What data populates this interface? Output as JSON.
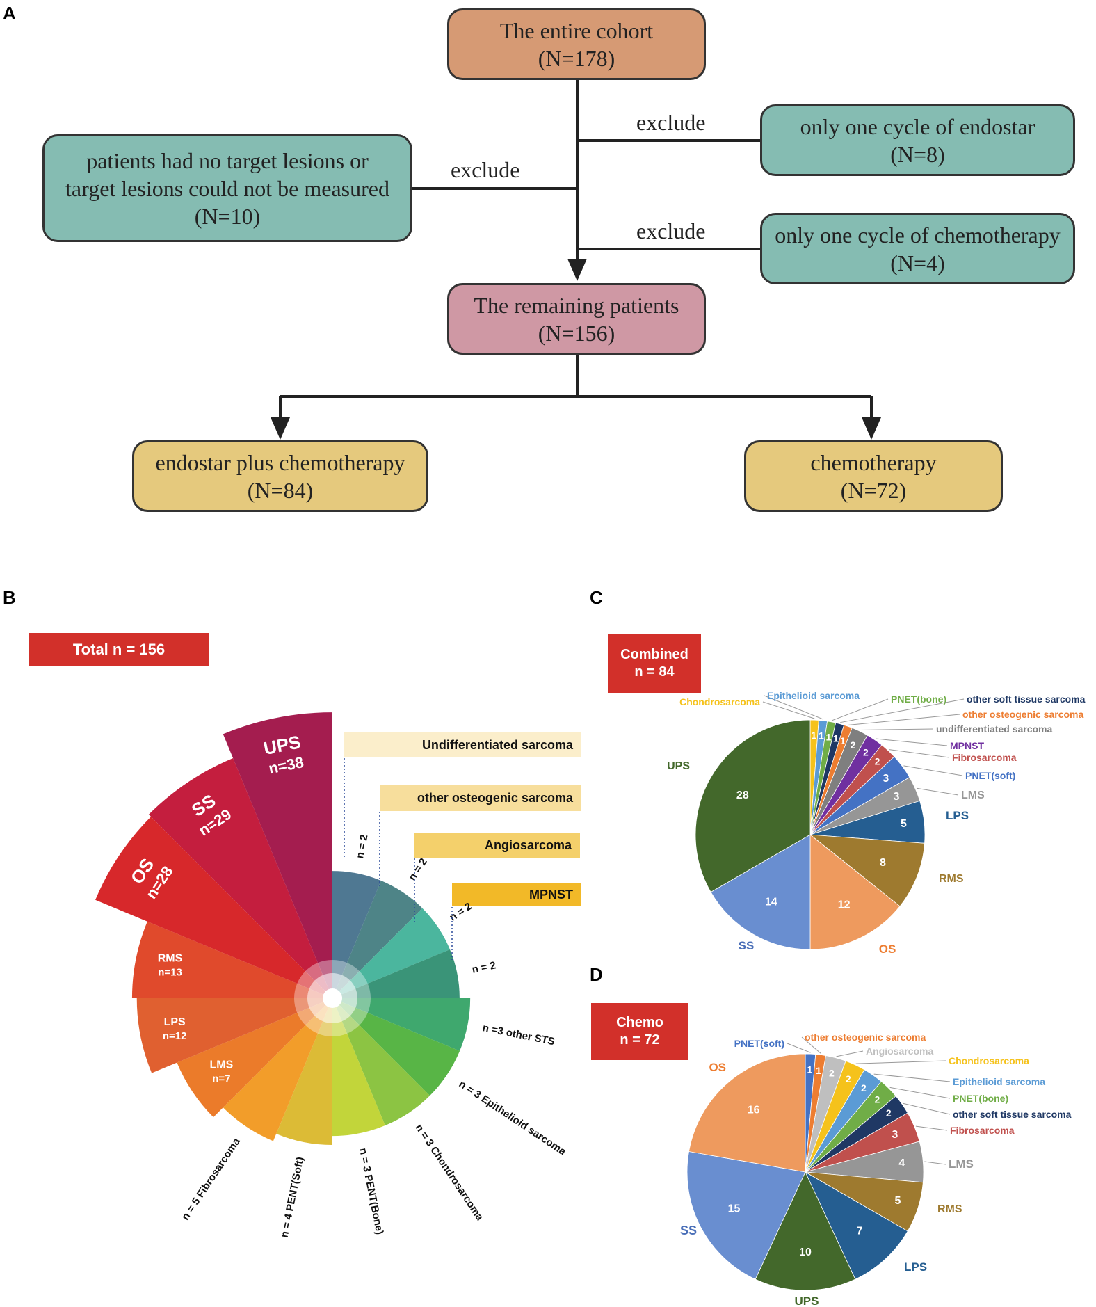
{
  "panels": {
    "a": "A",
    "b": "B",
    "c": "C",
    "d": "D"
  },
  "flow": {
    "cohort": {
      "line1": "The entire cohort",
      "line2": "(N=178)"
    },
    "excl_endostar": {
      "line1": "only one cycle of endostar",
      "line2": "(N=8)"
    },
    "excl_lesions": {
      "line1": "patients had no target lesions or",
      "line2": "target lesions could not be measured",
      "line3": "(N=10)"
    },
    "excl_chemo": {
      "line1": "only one cycle of chemotherapy",
      "line2": "(N=4)"
    },
    "remaining": {
      "line1": "The remaining patients",
      "line2": "(N=156)"
    },
    "arm_endostar": {
      "line1": "endostar plus chemotherapy",
      "line2": "(N=84)"
    },
    "arm_chemo": {
      "line1": "chemotherapy",
      "line2": "(N=72)"
    },
    "exclude_label": "exclude",
    "colors": {
      "orange": "#d69a74",
      "teal": "#85bcb2",
      "pink": "#cf98a4",
      "yellow": "#e5c97d"
    }
  },
  "panel_b": {
    "total_label": "Total   n = 156",
    "tags": [
      "Undifferentiated sarcoma",
      "other osteogenic sarcoma",
      "Angiosarcoma",
      "MPNST"
    ],
    "tag_colors": [
      "#fbeecb",
      "#f7de9c",
      "#f4d06b",
      "#f2b928"
    ]
  },
  "panel_c": {
    "title_line1": "Combined",
    "title_line2": "n = 84"
  },
  "panel_d": {
    "title_line1": "Chemo",
    "title_line2": "n = 72"
  },
  "chart_data": [
    {
      "type": "radial-bar",
      "panel": "B",
      "total": 156,
      "categories": [
        {
          "name": "UPS",
          "value": 38,
          "label": "UPS",
          "sublabel": "n=38",
          "color": "#a41d4f"
        },
        {
          "name": "SS",
          "value": 29,
          "label": "SS",
          "sublabel": "n=29",
          "color": "#c41e3e"
        },
        {
          "name": "OS",
          "value": 28,
          "label": "OS",
          "sublabel": "n=28",
          "color": "#d7282b"
        },
        {
          "name": "RMS",
          "value": 13,
          "label": "RMS",
          "sublabel": "n=13",
          "color": "#e04a2c"
        },
        {
          "name": "LPS",
          "value": 12,
          "label": "LPS",
          "sublabel": "n=12",
          "color": "#e06030"
        },
        {
          "name": "LMS",
          "value": 7,
          "label": "LMS",
          "sublabel": "n=7",
          "color": "#eb7b2a"
        },
        {
          "name": "Fibrosarcoma",
          "value": 5,
          "label": "n = 5  Fibrosarcoma",
          "color": "#f29d2a"
        },
        {
          "name": "PENT(Soft)",
          "value": 4,
          "label": "n = 4  PENT(Soft)",
          "color": "#dcbb36"
        },
        {
          "name": "PENT(Bone)",
          "value": 3,
          "label": "n = 3  PENT(Bone)",
          "color": "#c2d53a"
        },
        {
          "name": "Chondrosarcoma",
          "value": 3,
          "label": "n = 3  Chondrosarcoma",
          "color": "#8cc443"
        },
        {
          "name": "Epithelioid sarcoma",
          "value": 3,
          "label": "n = 3  Epithelioid sarcoma",
          "color": "#58b546"
        },
        {
          "name": "other STS",
          "value": 3,
          "label": "n =3  other STS",
          "color": "#3fa86e"
        },
        {
          "name": "MPNST",
          "value": 2,
          "label": "n = 2",
          "color": "#3a9478"
        },
        {
          "name": "Angiosarcoma",
          "value": 2,
          "label": "n = 2",
          "color": "#4bb69e"
        },
        {
          "name": "other osteogenic sarcoma",
          "value": 2,
          "label": "n = 2",
          "color": "#4e8487"
        },
        {
          "name": "Undifferentiated sarcoma",
          "value": 2,
          "label": "n = 2",
          "color": "#4f7892"
        }
      ]
    },
    {
      "type": "pie",
      "panel": "C",
      "title": "Combined  n = 84",
      "slices": [
        {
          "label": "Chondrosarcoma",
          "value": 1,
          "color": "#f5c21b"
        },
        {
          "label": "Epithelioid sarcoma",
          "value": 1,
          "color": "#5b9bd5"
        },
        {
          "label": "PNET(bone)",
          "value": 1,
          "color": "#70ad47"
        },
        {
          "label": "other soft tissue sarcoma",
          "value": 1,
          "color": "#1f3864"
        },
        {
          "label": "other osteogenic sarcoma",
          "value": 1,
          "color": "#ed7d31"
        },
        {
          "label": "undifferentiated sarcoma",
          "value": 2,
          "color": "#7f7f7f"
        },
        {
          "label": "MPNST",
          "value": 2,
          "color": "#7030a0"
        },
        {
          "label": "Fibrosarcoma",
          "value": 2,
          "color": "#c0504d"
        },
        {
          "label": "PNET(soft)",
          "value": 3,
          "color": "#4472c4"
        },
        {
          "label": "LMS",
          "value": 3,
          "color": "#969696"
        },
        {
          "label": "LPS",
          "value": 5,
          "color": "#255e91"
        },
        {
          "label": "RMS",
          "value": 8,
          "color": "#9e7a2f"
        },
        {
          "label": "OS",
          "value": 12,
          "color": "#ee9a5e"
        },
        {
          "label": "SS",
          "value": 14,
          "color": "#698ed0"
        },
        {
          "label": "UPS",
          "value": 28,
          "color": "#43682b"
        }
      ]
    },
    {
      "type": "pie",
      "panel": "D",
      "title": "Chemo  n = 72",
      "slices": [
        {
          "label": "PNET(soft)",
          "value": 1,
          "color": "#4472c4"
        },
        {
          "label": "other osteogenic sarcoma",
          "value": 1,
          "color": "#ed7d31"
        },
        {
          "label": "Angiosarcoma",
          "value": 2,
          "color": "#bfbfbf"
        },
        {
          "label": "Chondrosarcoma",
          "value": 2,
          "color": "#f5c21b"
        },
        {
          "label": "Epithelioid sarcoma",
          "value": 2,
          "color": "#5b9bd5"
        },
        {
          "label": "PNET(bone)",
          "value": 2,
          "color": "#70ad47"
        },
        {
          "label": "other soft tissue sarcoma",
          "value": 2,
          "color": "#1f3864"
        },
        {
          "label": "Fibrosarcoma",
          "value": 3,
          "color": "#c0504d"
        },
        {
          "label": "LMS",
          "value": 4,
          "color": "#969696"
        },
        {
          "label": "RMS",
          "value": 5,
          "color": "#9e7a2f"
        },
        {
          "label": "LPS",
          "value": 7,
          "color": "#255e91"
        },
        {
          "label": "UPS",
          "value": 10,
          "color": "#43682b"
        },
        {
          "label": "SS",
          "value": 15,
          "color": "#698ed0"
        },
        {
          "label": "OS",
          "value": 16,
          "color": "#ee9a5e"
        }
      ]
    }
  ]
}
